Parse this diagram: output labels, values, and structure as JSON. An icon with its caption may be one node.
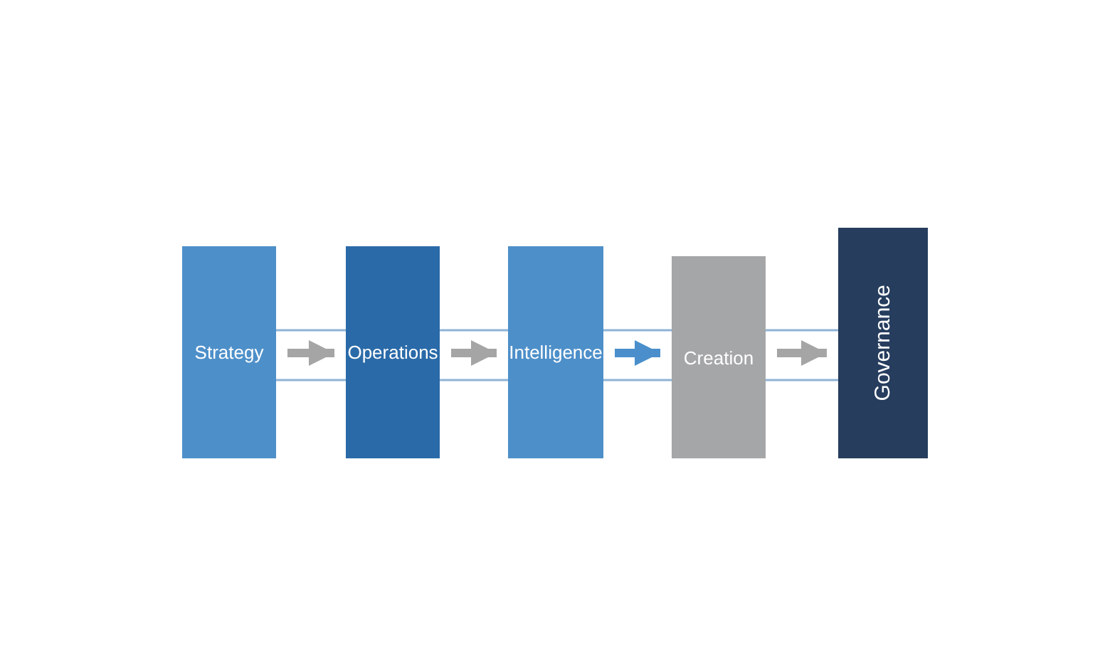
{
  "diagram": {
    "nodes": [
      {
        "text": [
          "Strategy"
        ]
      },
      {
        "text": [
          "Operations"
        ]
      },
      {
        "text": [
          "Intelligence"
        ]
      },
      {
        "text": [
          "Creation"
        ]
      },
      {
        "text": [
          "Governance"
        ]
      }
    ],
    "edges": [
      {
        "from": 0,
        "to": 1,
        "arrow": "to",
        "style": "thick",
        "color": "#a5a5a5"
      },
      {
        "from": 1,
        "to": 2,
        "arrow": "to",
        "style": "thick",
        "color": "#a5a5a5"
      },
      {
        "from": 2,
        "to": 3,
        "arrow": "to",
        "style": "thick",
        "color": "#4a8fcb"
      },
      {
        "from": 3,
        "to": 4,
        "arrow": "to",
        "style": "thick",
        "color": "#a5a5a5"
      },
      {
        "from": 0,
        "to": 1,
        "arrow": "none"
      },
      {
        "from": 0,
        "to": 1,
        "arrow": "none"
      },
      {
        "from": 1,
        "to": 2,
        "arrow": "none"
      },
      {
        "from": 1,
        "to": 2,
        "arrow": "none"
      },
      {
        "from": 2,
        "to": 3,
        "arrow": "none"
      },
      {
        "from": 2,
        "to": 3,
        "arrow": "none"
      },
      {
        "from": 3,
        "to": 4,
        "arrow": "none"
      },
      {
        "from": 3,
        "to": 4,
        "arrow": "none"
      }
    ]
  }
}
